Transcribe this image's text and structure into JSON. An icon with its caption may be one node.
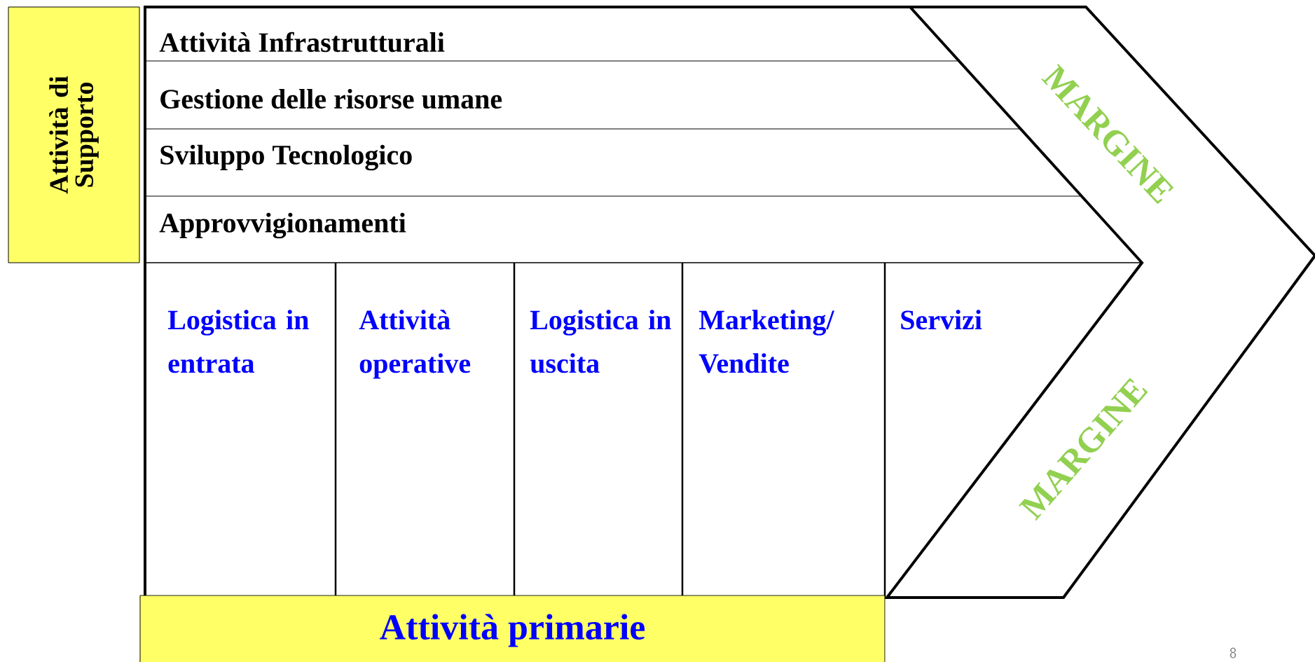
{
  "diagram": {
    "nodes": [
      {
        "text": [
          "Attività di Supporto"
        ]
      },
      {
        "text": [
          "Attività Infrastrutturali"
        ]
      },
      {
        "text": [
          "Gestione delle risorse umane"
        ]
      },
      {
        "text": [
          "Sviluppo Tecnologico"
        ]
      },
      {
        "text": [
          "Approvvigionamenti"
        ]
      },
      {
        "text": [
          "Logistica in entrata"
        ]
      },
      {
        "text": [
          "Attività operative"
        ]
      },
      {
        "text": [
          "Logistica in uscita"
        ]
      },
      {
        "text": [
          "Marketing/ Vendite"
        ]
      },
      {
        "text": [
          "Servizi"
        ]
      },
      {
        "text": [
          "Attività primarie"
        ]
      },
      {
        "text": [
          "MARGINE",
          "MARGINE"
        ]
      }
    ],
    "labels": [
      "8"
    ]
  }
}
